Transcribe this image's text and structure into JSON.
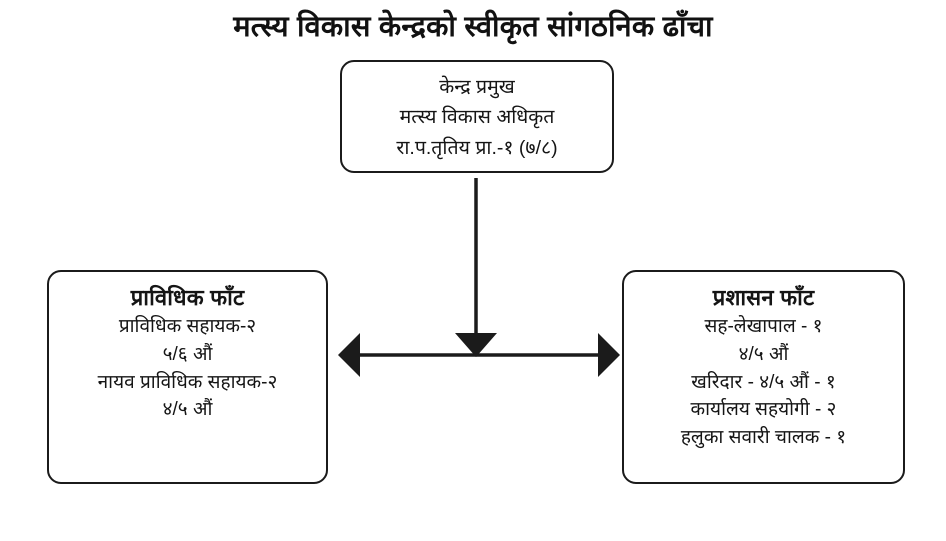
{
  "title": "मत्स्य विकास केन्द्रको स्वीकृत सांगठनिक ढाँचा",
  "colors": {
    "box_border": "#1b1b1b",
    "text": "#151515",
    "connector": "#1b1b1b",
    "background": "#ffffff"
  },
  "nodes": {
    "top": {
      "lines": [
        "केन्द्र प्रमुख",
        "मत्स्य विकास अधिकृत",
        "रा.प.तृतिय प्रा.-१ (७/८)"
      ]
    },
    "left": {
      "header": "प्राविधिक फाँट",
      "lines": [
        "प्राविधिक सहायक-२",
        "५/६ औं",
        "नायव प्राविधिक सहायक-२",
        "४/५ औं"
      ]
    },
    "right": {
      "header": "प्रशासन फाँट",
      "lines": [
        "सह-लेखापाल - १",
        "४/५ औं",
        "खरिदार - ४/५ औं - १",
        "कार्यालय सहयोगी - २",
        "हलुका सवारी चालक - १"
      ]
    }
  },
  "connectors": [
    {
      "name": "vertical-arrow-down",
      "direction": "down"
    },
    {
      "name": "horizontal-double-arrow",
      "direction": "both"
    }
  ]
}
